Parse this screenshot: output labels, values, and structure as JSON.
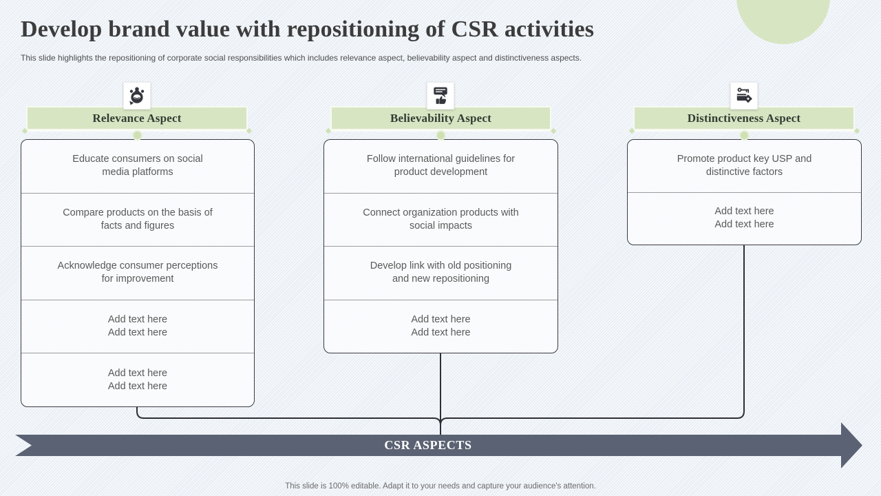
{
  "slide": {
    "title": "Develop brand value with repositioning of CSR activities",
    "subtitle": "This slide highlights the repositioning of corporate social responsibilities which includes relevance aspect, believability aspect and distinctiveness aspects.",
    "footer": "This slide is 100% editable. Adapt it to your needs and capture your audience's attention."
  },
  "banner": {
    "label": "CSR ASPECTS"
  },
  "columns": [
    {
      "id": "relevance",
      "icon": "meeting-people-icon",
      "header": "Relevance Aspect",
      "items": [
        "Educate consumers on social\nmedia platforms",
        "Compare products on the basis of\nfacts and figures",
        "Acknowledge consumer perceptions\nfor improvement",
        "Add text here\nAdd text here",
        "Add text here\nAdd text here"
      ]
    },
    {
      "id": "believability",
      "icon": "feedback-thumbs-up-icon",
      "header": "Believability Aspect",
      "items": [
        "Follow international guidelines for\nproduct development",
        "Connect organization products with\nsocial impacts",
        "Develop link with old positioning\nand new repositioning",
        "Add text here\nAdd text here"
      ]
    },
    {
      "id": "distinctiveness",
      "icon": "key-gear-icon",
      "header": "Distinctiveness Aspect",
      "items": [
        "Promote product key USP and\ndistinctive factors",
        "Add text here\nAdd text here"
      ]
    }
  ],
  "colors": {
    "accent_green": "#d8e5c3",
    "accent_green_dark": "#cfe0b5",
    "banner_slate": "#5b6273",
    "line_dark": "#2e2e36",
    "body_text": "#595959",
    "title_text": "#3c3c3c"
  }
}
